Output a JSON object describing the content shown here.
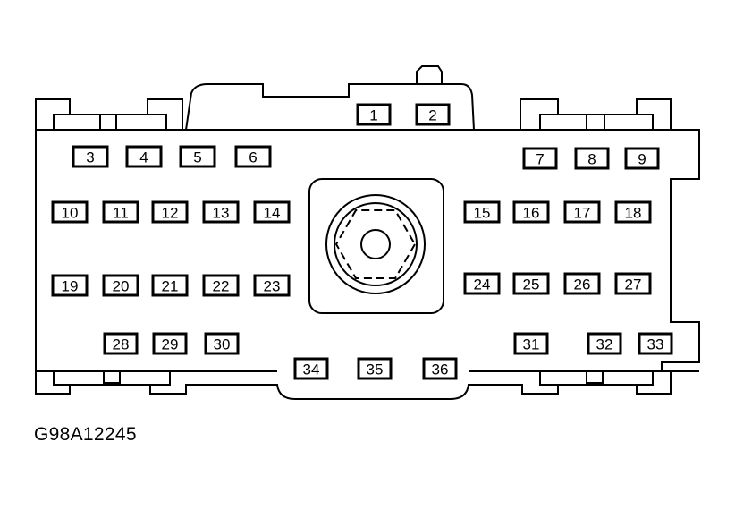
{
  "diagram": {
    "reference_code": "G98A12245",
    "colors": {
      "stroke": "#000000",
      "background": "#ffffff"
    },
    "fuses": [
      "1",
      "2",
      "3",
      "4",
      "5",
      "6",
      "7",
      "8",
      "9",
      "10",
      "11",
      "12",
      "13",
      "14",
      "15",
      "16",
      "17",
      "18",
      "19",
      "20",
      "21",
      "22",
      "23",
      "24",
      "25",
      "26",
      "27",
      "28",
      "29",
      "30",
      "31",
      "32",
      "33",
      "34",
      "35",
      "36"
    ]
  }
}
